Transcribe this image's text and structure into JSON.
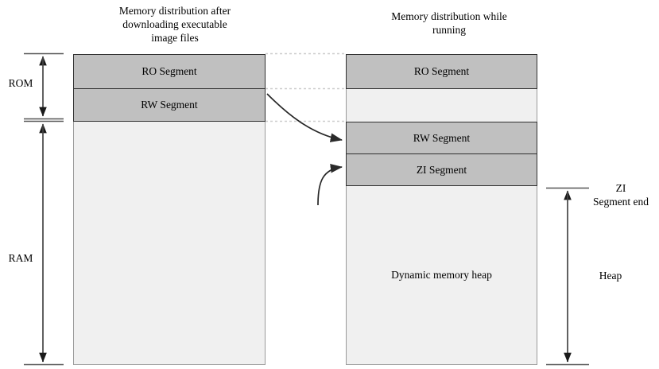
{
  "figure": {
    "title_left": "Memory distribution after downloading executable image files",
    "title_right": "Memory distribution while running"
  },
  "left_diagram": {
    "caption_line1": "Memory distribution after",
    "caption_line2": "downloading executable",
    "caption_line3": "image files",
    "segments": [
      {
        "id": "ro",
        "label": "RO Segment",
        "fill": "#c0c0c0"
      },
      {
        "id": "rw",
        "label": "RW Segment",
        "fill": "#c0c0c0"
      },
      {
        "id": "empty",
        "label": "",
        "fill": "#f0f0f0"
      }
    ]
  },
  "right_diagram": {
    "caption_line1": "Memory distribution while",
    "caption_line2": "running",
    "segments": [
      {
        "id": "ro",
        "label": "RO Segment",
        "fill": "#c0c0c0"
      },
      {
        "id": "gap",
        "label": "",
        "fill": "#f0f0f0"
      },
      {
        "id": "rw",
        "label": "RW Segment",
        "fill": "#c0c0c0"
      },
      {
        "id": "zi",
        "label": "ZI Segment",
        "fill": "#c0c0c0"
      },
      {
        "id": "heap",
        "label": "Dynamic memory heap",
        "fill": "#f0f0f0"
      }
    ]
  },
  "left_axis": {
    "rom_label": "ROM",
    "ram_label": "RAM"
  },
  "right_axis": {
    "zi_end_line1": "ZI",
    "zi_end_line2": "Segment end",
    "heap_label": "Heap"
  },
  "colors": {
    "segment_gray": "#c0c0c0",
    "segment_light": "#f0f0f0",
    "stroke_dark": "#303030",
    "stroke_mid": "#606060",
    "guide_dotted": "#c8c8c8",
    "background": "#ffffff"
  }
}
